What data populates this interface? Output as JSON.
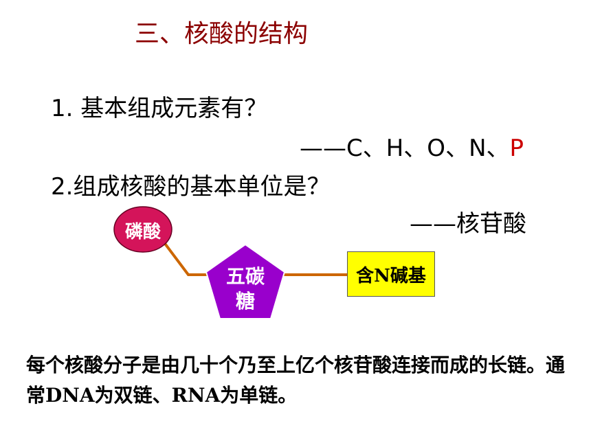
{
  "slide": {
    "title": "三、核酸的结构",
    "title_color": "#8b0000",
    "q1": {
      "number": "1.",
      "question": "基本组成元素有？",
      "answer_prefix": "——C、H、O、N、",
      "answer_highlight": "P"
    },
    "q2": {
      "number": "2.",
      "question": "组成核酸的基本单位是？",
      "answer": "——核苷酸"
    },
    "diagram": {
      "phosphate": "磷酸",
      "sugar_line1": "五碳",
      "sugar_line2": "糖",
      "base": "含N碱基",
      "colors": {
        "phosphate": "#d4145a",
        "sugar": "#9900cc",
        "base": "#ffff00",
        "link": "#cc6600"
      }
    },
    "summary": "每个核酸分子是由几十个乃至上亿个核苷酸连接而成的长链。通常DNA为双链、RNA为单链。"
  }
}
